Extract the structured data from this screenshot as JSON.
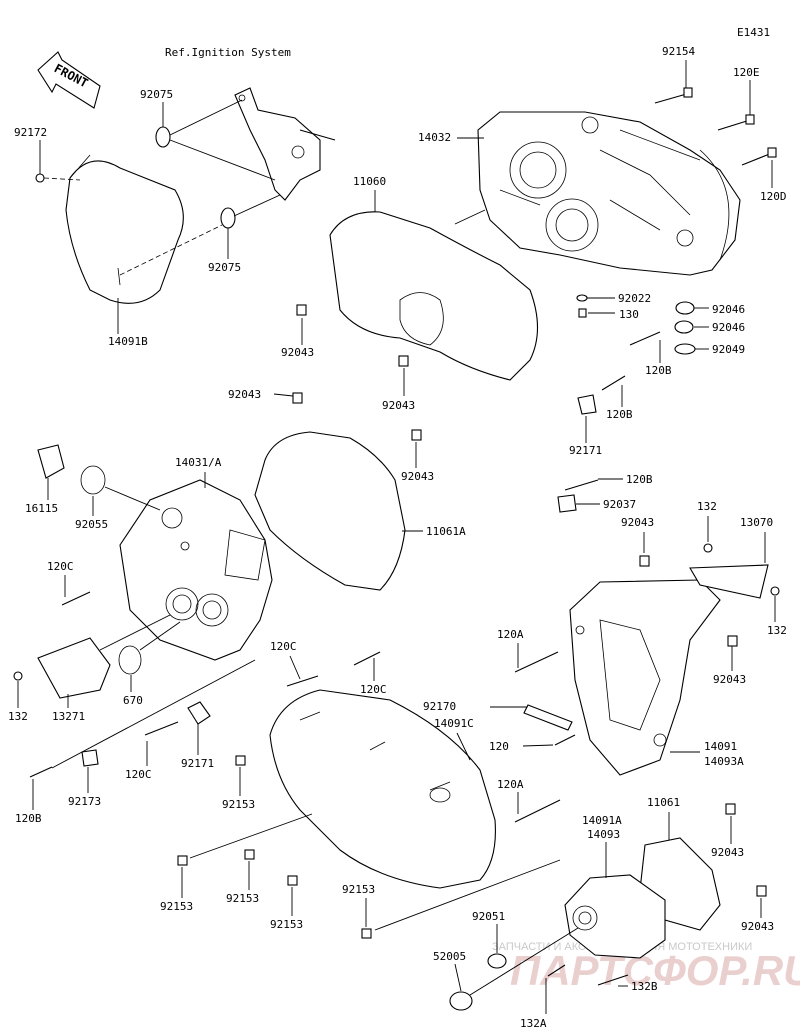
{
  "diagram_id": "E1431",
  "reference_note": "Ref.Ignition System",
  "front_label": "FRONT",
  "watermark": {
    "line1": "ЗАПЧАСТИ И АКСЕССУАРЫ ДЛЯ МОТОТЕХНИКИ",
    "line2": "ПАРТСФОР.RU"
  },
  "labels": [
    "92154",
    "120E",
    "120D",
    "14032",
    "92075",
    "92172",
    "14091B",
    "92075",
    "11060",
    "92022",
    "130",
    "92046",
    "92046",
    "92049",
    "120B",
    "120B",
    "92043",
    "92043",
    "92171",
    "92043",
    "92043",
    "16115",
    "92055",
    "14031/A",
    "120B",
    "92037",
    "11061A",
    "120C",
    "92043",
    "132",
    "13070",
    "132",
    "132",
    "13271",
    "670",
    "120C",
    "120C",
    "120A",
    "92043",
    "92170",
    "120",
    "14091",
    "14093A",
    "14091C",
    "120C",
    "92171",
    "92153",
    "92173",
    "120B",
    "120A",
    "11061",
    "14091A",
    "14093",
    "92043",
    "92153",
    "92153",
    "92153",
    "92153",
    "92051",
    "92043",
    "52005",
    "132A",
    "132B"
  ]
}
